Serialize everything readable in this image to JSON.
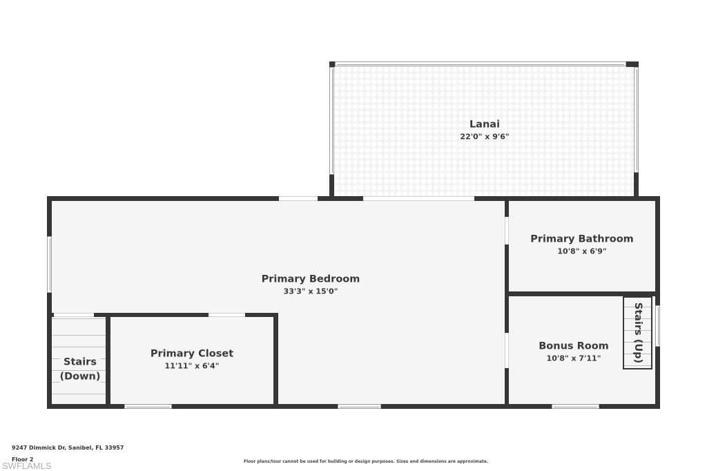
{
  "plan": {
    "floor_label": "Floor 2",
    "address": "9247 Dimmick Dr, Sanibel, FL 33957",
    "brand": "SWFLAMLS",
    "disclaimer": "Floor plans/tour cannot be used for building or design purposes. Sizes and dimensions are approximate.",
    "colors": {
      "wall": "#363636",
      "floor": "#f5f5f5",
      "text": "#3a3a3a",
      "background": "#ffffff"
    }
  },
  "rooms": {
    "lanai": {
      "name": "Lanai",
      "dimensions": "22'0\" x 9'6\""
    },
    "primary_bedroom": {
      "name": "Primary Bedroom",
      "dimensions": "33'3\" x 15'0\""
    },
    "primary_bathroom": {
      "name": "Primary Bathroom",
      "dimensions": "10'8\" x 6'9\""
    },
    "bonus_room": {
      "name": "Bonus Room",
      "dimensions": "10'8\" x 7'11\""
    },
    "primary_closet": {
      "name": "Primary Closet",
      "dimensions": "11'11\" x 6'4\""
    },
    "stairs_down": {
      "line1": "Stairs",
      "line2": "(Down)"
    },
    "stairs_up": {
      "label": "Stairs (Up)"
    }
  }
}
